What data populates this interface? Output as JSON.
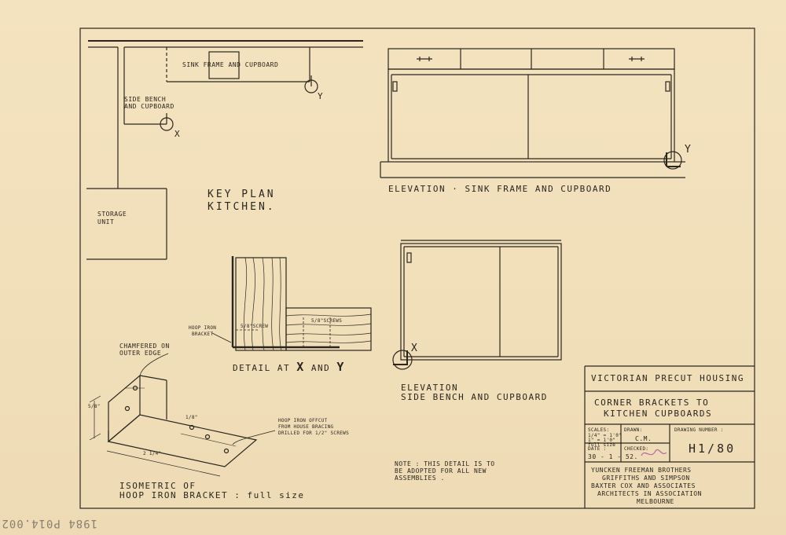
{
  "key_plan": {
    "title": "KEY  PLAN",
    "subtitle": "KITCHEN.",
    "sink_label": "SINK  FRAME  AND  CUPBOARD",
    "side_bench_line1": "SIDE BENCH",
    "side_bench_line2": "AND CUPBOARD",
    "storage_line1": "STORAGE",
    "storage_line2": "UNIT",
    "marker_x": "X",
    "marker_y": "Y"
  },
  "elevation_sink": {
    "caption": "ELEVATION  ·  SINK  FRAME  AND  CUPBOARD",
    "marker": "Y"
  },
  "elevation_side": {
    "caption_line1": "ELEVATION",
    "caption_line2": "SIDE BENCH  AND  CUPBOARD",
    "marker": "X"
  },
  "detail": {
    "caption_prefix": "DETAIL  AT",
    "x": "X",
    "and": "AND",
    "y": "Y",
    "hoop_line1": "HOOP  IRON",
    "hoop_line2": "BRACKET",
    "screw_a": "5/8\"SCREW",
    "screw_b": "5/8\"SCREWS"
  },
  "isometric": {
    "chamfer_line1": "CHAMFERED  ON",
    "chamfer_line2": "OUTER  EDGE",
    "offcut_line1": "HOOP  IRON  OFFCUT",
    "offcut_line2": "FROM  HOUSE  BRACING",
    "offcut_line3": "DRILLED  FOR  1/2\" SCREWS",
    "dim_height": "5/8\"",
    "dim_width": "2 1/4\"",
    "dim_length": "1/8\"",
    "caption_line1": "ISOMETRIC  OF",
    "caption_line2": "HOOP  IRON  BRACKET  :  full  size"
  },
  "note": {
    "line1": "NOTE :  THIS  DETAIL  IS  TO",
    "line2": "BE  ADOPTED  FOR  ALL  NEW",
    "line3": "ASSEMBLIES ."
  },
  "title_block": {
    "project": "VICTORIAN  PRECUT  HOUSING",
    "title_line1": "CORNER  BRACKETS  TO",
    "title_line2": "KITCHEN  CUPBOARDS",
    "scales_label": "SCALES:",
    "scales_l1": "1/4\" = 1'0\"",
    "scales_l2": "1\" = 1'0\"",
    "scales_l3": "full size",
    "drawn_label": "DRAWN:",
    "drawn_value": "C.M.",
    "drawing_number_label": "DRAWING  NUMBER :",
    "drawing_number": "H1/80",
    "date_label": "DATE :",
    "date_value": "30 - 1 - 52.",
    "checked_label": "CHECKED:",
    "checked_value": "",
    "firm_line1": "YUNCKEN  FREEMAN  BROTHERS",
    "firm_line2": "GRIFFITHS  AND  SIMPSON",
    "firm_line3": "BAXTER  COX  AND  ASSOCIATES",
    "firm_line4": "ARCHITECTS  IN  ASSOCIATION",
    "firm_line5": "MELBOURNE"
  },
  "margin_note": "1984 P014.002"
}
